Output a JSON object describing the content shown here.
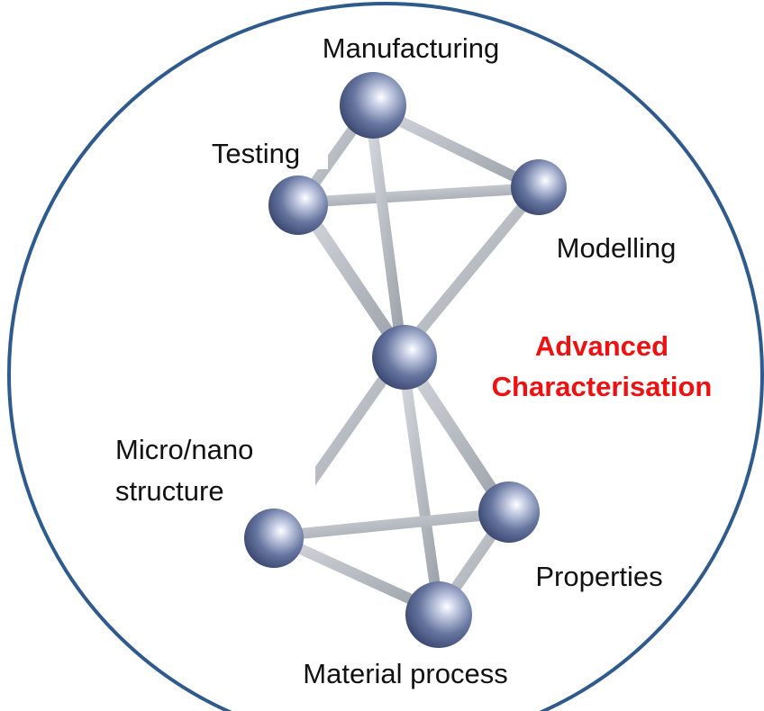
{
  "diagram": {
    "labels": {
      "manufacturing": "Manufacturing",
      "testing": "Testing",
      "modelling": "Modelling",
      "advanced_line1": "Advanced",
      "advanced_line2": "Characterisation",
      "micro_line1": "Micro/nano",
      "micro_line2": "structure",
      "properties": "Properties",
      "material_process": "Material process"
    },
    "colors": {
      "circle": "#2f5b8c",
      "rod": "#b8bcc4",
      "sphere": "#5a6a96",
      "accent": "#ee1111",
      "text": "#111111"
    }
  }
}
